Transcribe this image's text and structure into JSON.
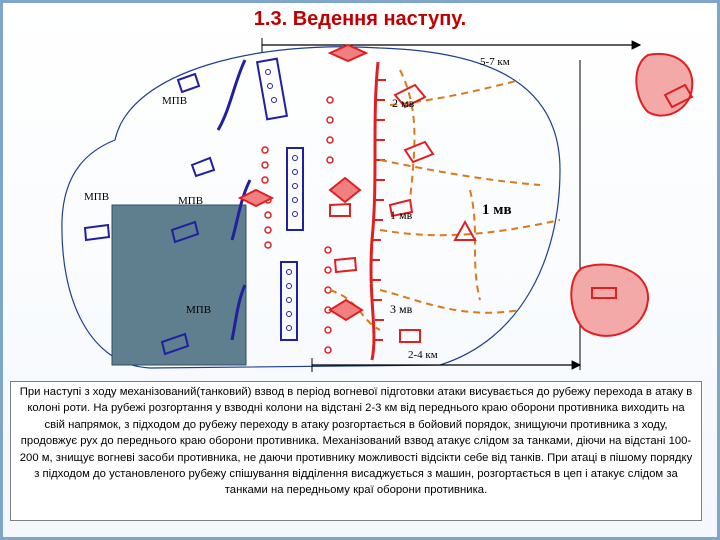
{
  "title": "1.3. Ведення наступу.",
  "labels": {
    "dist_top": "5-7 км",
    "dist_bottom": "2-4 км",
    "mv2": "2 мв",
    "mv1_small": "1 мв",
    "mv1_big": "1 мв",
    "mv3": "3 мв",
    "mpv_top": "МПВ",
    "mpv_left": "МПВ",
    "mpv_mid": "МПВ",
    "mpv_low": "МПВ"
  },
  "caption": "При наступі з ходу механізований(танковий) взвод в період вогневої підготовки атаки висувається до рубежу перехода в атаку в колоні роти. На рубежі розгортання у взводні колони на відстані 2-3 км від переднього краю оборони противника виходить на свій напрямок, з підходом до рубежу переходу в атаку розгортається в бойовий порядок, знищуючи противника з ходу, продовжує рух до переднього краю оборони противника. Механізований взвод атакує слідом за танками, діючи на відстані 100-200 м, знищує вогневі засоби противника, не даючи противнику можливості відсікти себе від танків. При атаці в пішому порядку з підходом до установленого рубежу спішування відділення висаджується з машин, розгортається в цеп і атакує слідом за танками на передньому краї оборони противника.",
  "colors": {
    "title": "#c00000",
    "enemy": "#e02020",
    "own": "#2020a0",
    "route": "#d97a1a",
    "zone": "#5f7f8f",
    "frame": "#7fa6c9"
  }
}
